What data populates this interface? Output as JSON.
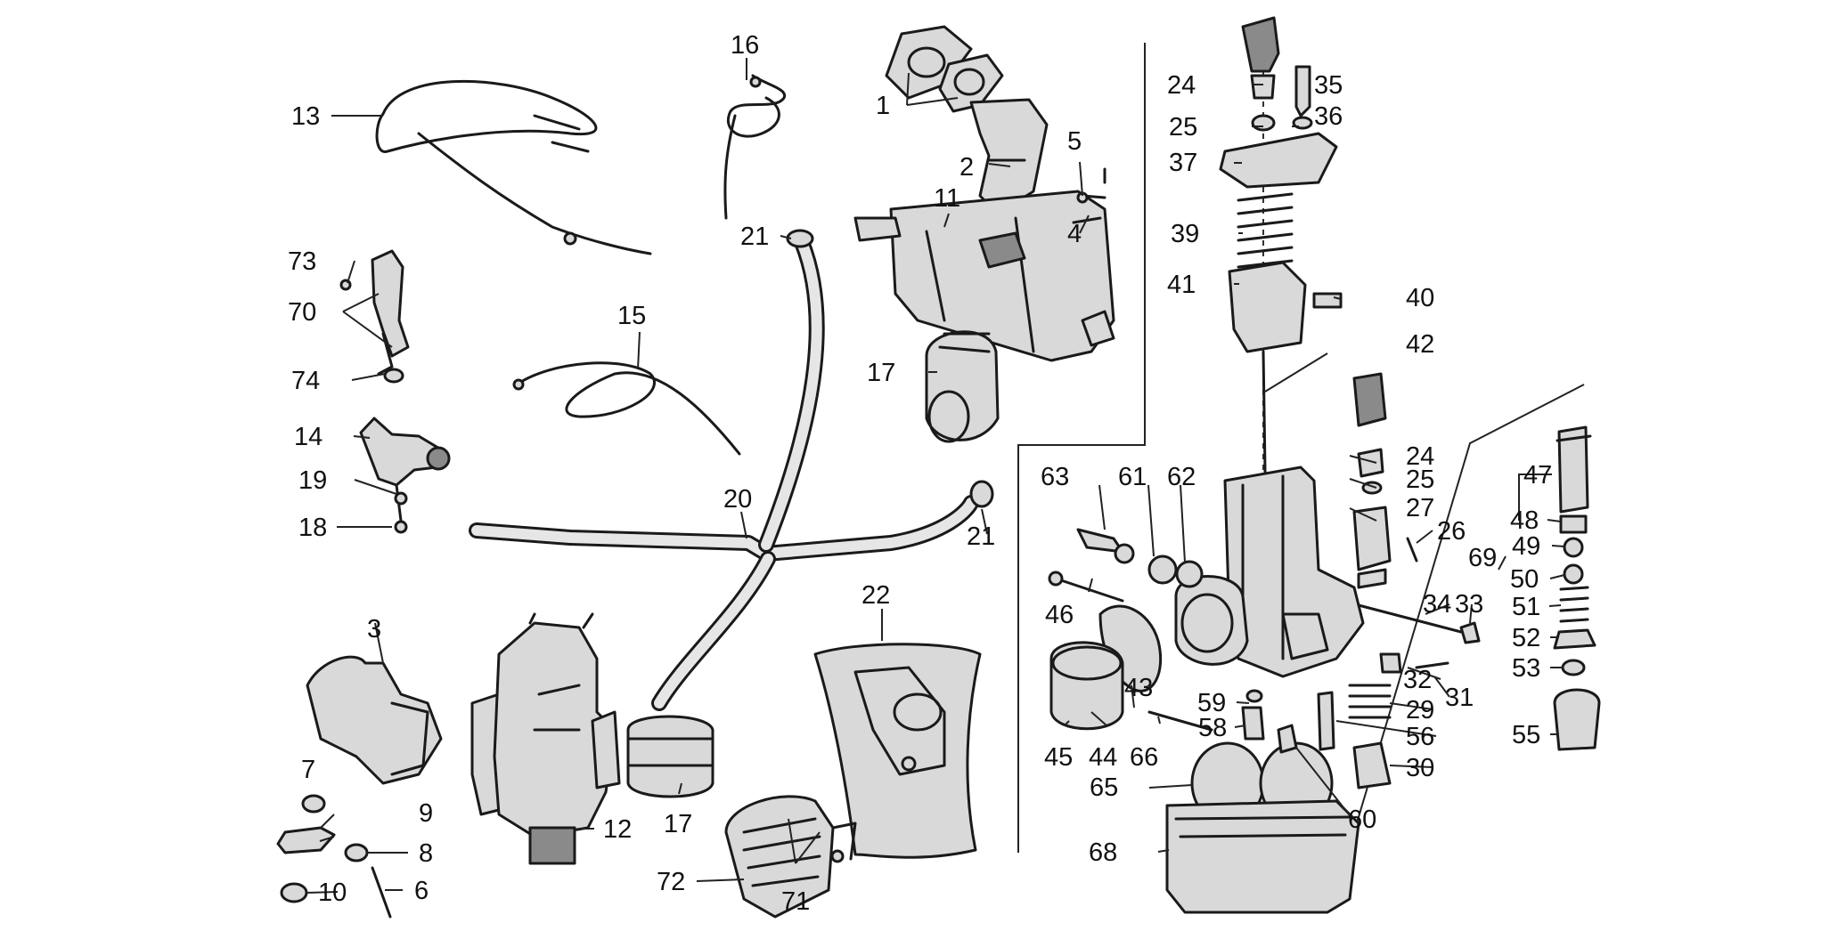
{
  "labels": [
    {
      "id": "p1",
      "text": "1"
    },
    {
      "id": "p2",
      "text": "2"
    },
    {
      "id": "p3",
      "text": "3"
    },
    {
      "id": "p4",
      "text": "4"
    },
    {
      "id": "p5",
      "text": "5"
    },
    {
      "id": "p6",
      "text": "6"
    },
    {
      "id": "p7",
      "text": "7"
    },
    {
      "id": "p8",
      "text": "8"
    },
    {
      "id": "p9",
      "text": "9"
    },
    {
      "id": "p10",
      "text": "10"
    },
    {
      "id": "p11",
      "text": "11"
    },
    {
      "id": "p12",
      "text": "12"
    },
    {
      "id": "p13",
      "text": "13"
    },
    {
      "id": "p14",
      "text": "14"
    },
    {
      "id": "p15",
      "text": "15"
    },
    {
      "id": "p16",
      "text": "16"
    },
    {
      "id": "p17a",
      "text": "17"
    },
    {
      "id": "p17b",
      "text": "17"
    },
    {
      "id": "p18",
      "text": "18"
    },
    {
      "id": "p19",
      "text": "19"
    },
    {
      "id": "p20",
      "text": "20"
    },
    {
      "id": "p21a",
      "text": "21"
    },
    {
      "id": "p21b",
      "text": "21"
    },
    {
      "id": "p22",
      "text": "22"
    },
    {
      "id": "p24a",
      "text": "24"
    },
    {
      "id": "p24b",
      "text": "24"
    },
    {
      "id": "p25a",
      "text": "25"
    },
    {
      "id": "p25b",
      "text": "25"
    },
    {
      "id": "p26",
      "text": "26"
    },
    {
      "id": "p27",
      "text": "27"
    },
    {
      "id": "p29",
      "text": "29"
    },
    {
      "id": "p30",
      "text": "30"
    },
    {
      "id": "p31",
      "text": "31"
    },
    {
      "id": "p32",
      "text": "32"
    },
    {
      "id": "p33",
      "text": "33"
    },
    {
      "id": "p34",
      "text": "34"
    },
    {
      "id": "p35",
      "text": "35"
    },
    {
      "id": "p36",
      "text": "36"
    },
    {
      "id": "p37",
      "text": "37"
    },
    {
      "id": "p39",
      "text": "39"
    },
    {
      "id": "p40",
      "text": "40"
    },
    {
      "id": "p41",
      "text": "41"
    },
    {
      "id": "p42",
      "text": "42"
    },
    {
      "id": "p43",
      "text": "43"
    },
    {
      "id": "p44",
      "text": "44"
    },
    {
      "id": "p45",
      "text": "45"
    },
    {
      "id": "p46",
      "text": "46"
    },
    {
      "id": "p47",
      "text": "47"
    },
    {
      "id": "p48",
      "text": "48"
    },
    {
      "id": "p49",
      "text": "49"
    },
    {
      "id": "p50",
      "text": "50"
    },
    {
      "id": "p51",
      "text": "51"
    },
    {
      "id": "p52",
      "text": "52"
    },
    {
      "id": "p53",
      "text": "53"
    },
    {
      "id": "p55",
      "text": "55"
    },
    {
      "id": "p56",
      "text": "56"
    },
    {
      "id": "p58",
      "text": "58"
    },
    {
      "id": "p59",
      "text": "59"
    },
    {
      "id": "p60",
      "text": "60"
    },
    {
      "id": "p61",
      "text": "61"
    },
    {
      "id": "p62",
      "text": "62"
    },
    {
      "id": "p63",
      "text": "63"
    },
    {
      "id": "p65",
      "text": "65"
    },
    {
      "id": "p66",
      "text": "66"
    },
    {
      "id": "p68",
      "text": "68"
    },
    {
      "id": "p69",
      "text": "69"
    },
    {
      "id": "p70",
      "text": "70"
    },
    {
      "id": "p71",
      "text": "71"
    },
    {
      "id": "p72",
      "text": "72"
    },
    {
      "id": "p73",
      "text": "73"
    },
    {
      "id": "p74",
      "text": "74"
    }
  ]
}
